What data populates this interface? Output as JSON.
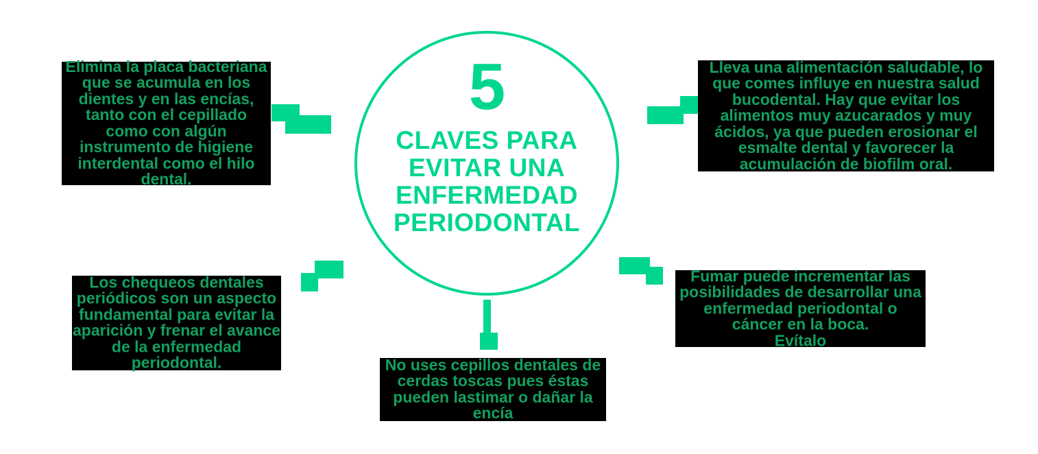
{
  "theme": {
    "accent_green": "#00d68f",
    "panel_background": "#000000",
    "panel_text_green": "#13a05f",
    "page_background": "#ffffff"
  },
  "center": {
    "number": "5",
    "heading_lines": [
      "CLAVES PARA",
      "EVITAR UNA",
      "ENFERMEDAD",
      "PERIODONTAL"
    ]
  },
  "panels": {
    "plaque": {
      "lines": [
        "Elimina la placa bacteriana",
        "que se acumula en los",
        "dientes y en las encías,",
        "tanto con el cepillado",
        "como con algún",
        "instrumento de higiene",
        "interdental como el hilo",
        "dental."
      ]
    },
    "diet": {
      "lines": [
        "Lleva una alimentación saludable, lo",
        "que comes  influye en nuestra salud",
        "bucodental. Hay que evitar los",
        "alimentos muy azucarados y muy",
        "ácidos, ya que pueden erosionar el",
        "esmalte dental y favorecer la",
        "acumulación de biofilm oral."
      ]
    },
    "checkups": {
      "lines": [
        "Los chequeos dentales",
        "periódicos son un aspecto",
        "fundamental para evitar la",
        "aparición y frenar el avance",
        "de la enfermedad",
        "periodontal."
      ]
    },
    "smoking": {
      "lines": [
        "Fumar puede incrementar las",
        "posibilidades de desarrollar una",
        "enfermedad periodontal o",
        "cáncer en la boca.",
        "Evítalo"
      ]
    },
    "brush": {
      "lines": [
        "No uses cepillos dentales de",
        "cerdas toscas pues éstas",
        "pueden lastimar o dañar la",
        "encía"
      ]
    }
  }
}
